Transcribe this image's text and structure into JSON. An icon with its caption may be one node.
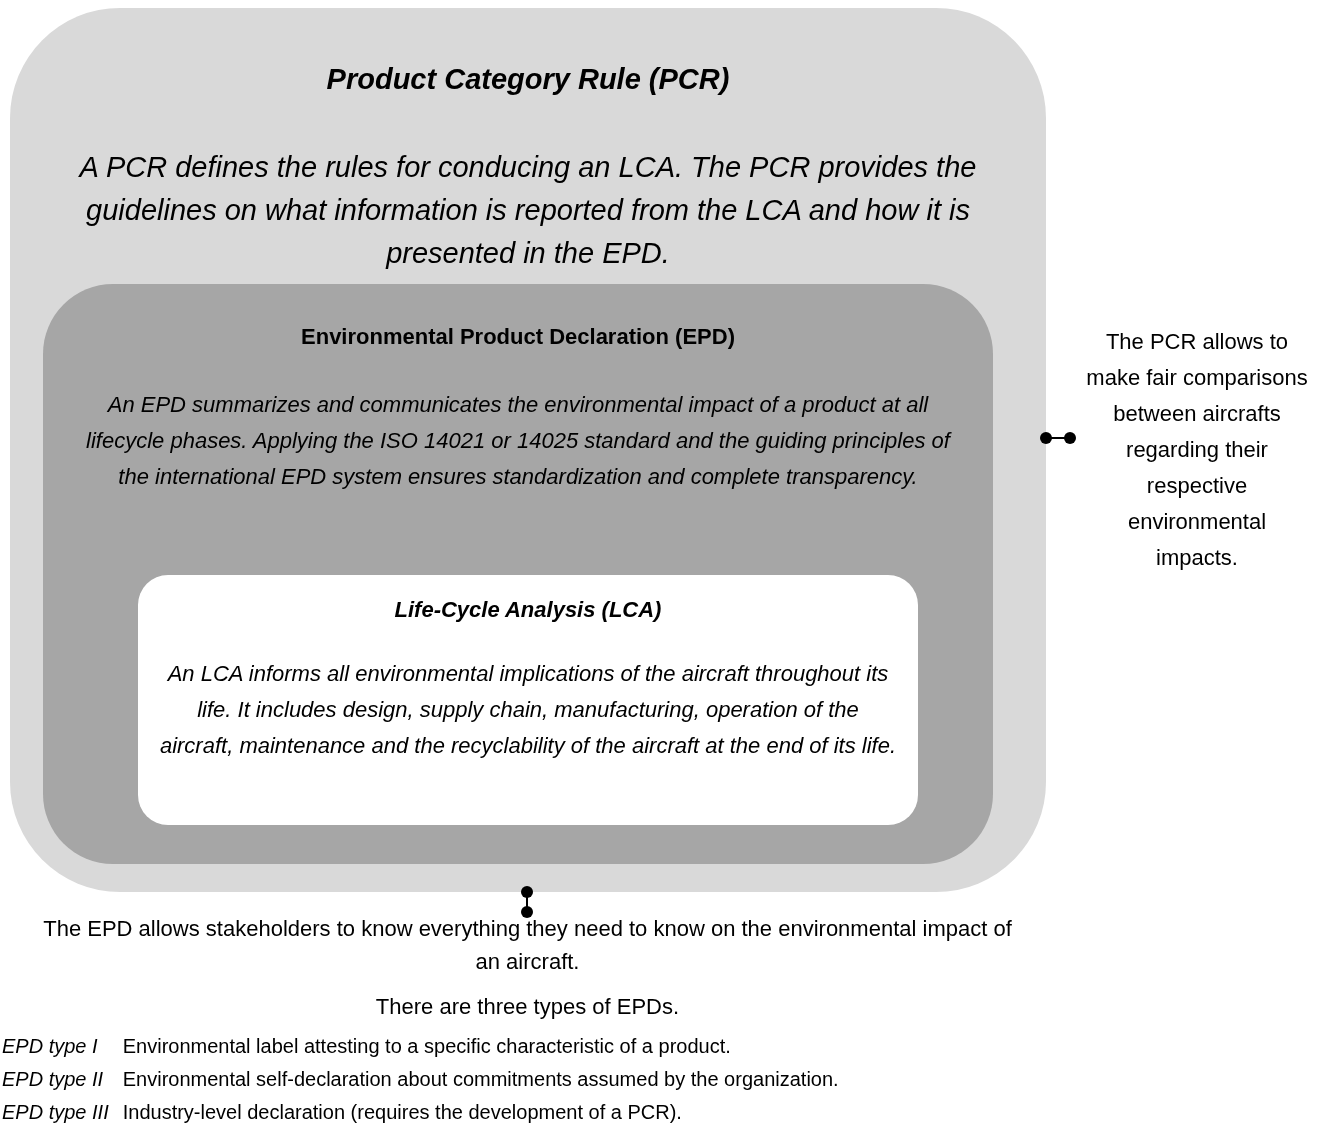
{
  "diagram": {
    "nodes": [
      {
        "text": [
          "Product Category Rule (PCR)",
          "A PCR defines the rules for conducing an LCA. The PCR provides the guidelines on what information is reported from the LCA and how it is presented in the EPD."
        ]
      },
      {
        "text": [
          "Environmental Product Declaration (EPD)",
          "An EPD summarizes and communicates the environmental impact of a product at all lifecycle phases. Applying the ISO 14021 or 14025 standard and the guiding principles of the international EPD system ensures standardization and complete transparency."
        ],
        "in": 0
      },
      {
        "text": [
          "Life-Cycle Analysis (LCA)",
          "An LCA informs all environmental implications of the aircraft throughout its life. It includes design, supply chain, manufacturing, operation of the aircraft, maintenance and the recyclability of the aircraft at the end of its life."
        ],
        "in": 1
      },
      {
        "text": [
          "The PCR allows to make fair comparisons between aircrafts regarding their respective environmental impacts."
        ]
      },
      {
        "text": [
          "The EPD allows stakeholders to know everything they need to know on the environmental impact of an aircraft."
        ]
      }
    ],
    "edges": [
      {
        "from": 0,
        "to": 3,
        "arrow": "other"
      },
      {
        "from": 0,
        "to": 4,
        "arrow": "other"
      }
    ],
    "labels": [
      "There are three types of EPDs.",
      "EPD type I",
      "Environmental label attesting to a specific characteristic of a product.",
      "EPD type II",
      "Environmental self-declaration about commitments assumed by the organization.",
      "EPD type III",
      "Industry-level declaration (requires the development of a PCR)."
    ]
  }
}
